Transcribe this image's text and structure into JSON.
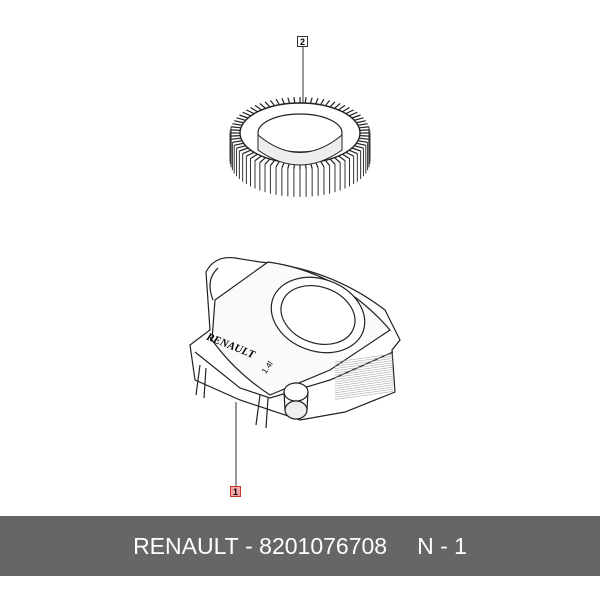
{
  "callouts": {
    "filter_ring": "2",
    "air_box": "1"
  },
  "product_logo": "RENAULT",
  "displacement": "1.4l",
  "banner": {
    "brand": "RENAULT",
    "separator": "-",
    "part_number": "8201076708",
    "position": "N - 1"
  },
  "colors": {
    "banner_bg": "#666666",
    "highlight_callout": "#f4a6a6"
  }
}
